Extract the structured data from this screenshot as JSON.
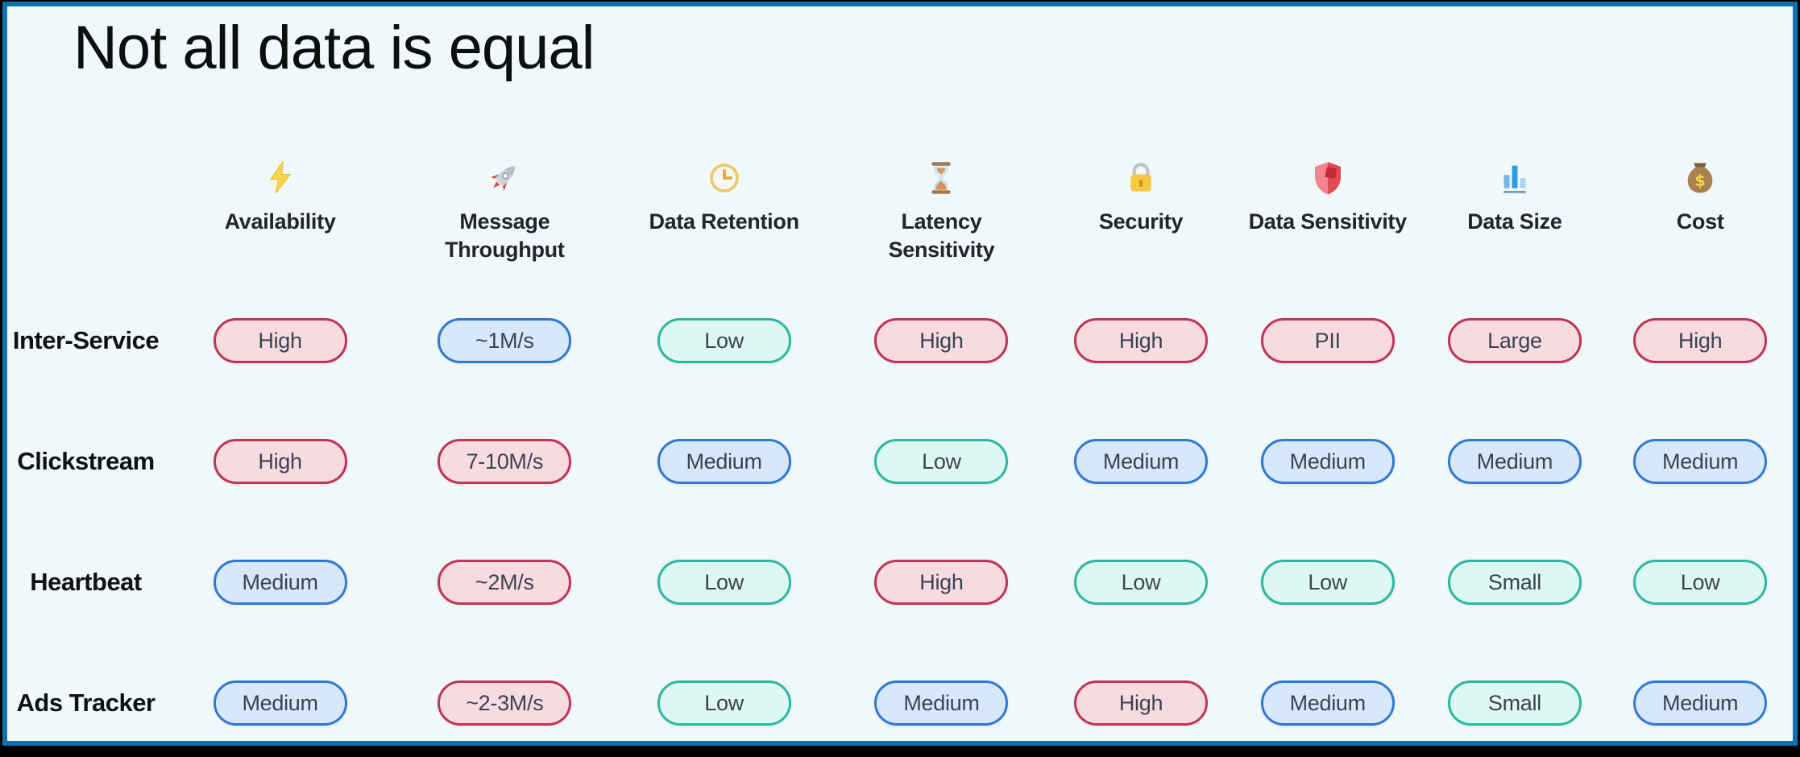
{
  "chart_data": {
    "type": "table",
    "title": "Not all data is equal",
    "columns": [
      "Availability",
      "Message Throughput",
      "Data Retention",
      "Latency Sensitivity",
      "Security",
      "Data Sensitivity",
      "Data Size",
      "Cost"
    ],
    "rows": [
      "Inter-Service",
      "Clickstream",
      "Heartbeat",
      "Ads Tracker"
    ],
    "cells": [
      [
        "High",
        "~1M/s",
        "Low",
        "High",
        "High",
        "PII",
        "Large",
        "High"
      ],
      [
        "High",
        "7-10M/s",
        "Medium",
        "Low",
        "Medium",
        "Medium",
        "Medium",
        "Medium"
      ],
      [
        "Medium",
        "~2M/s",
        "Low",
        "High",
        "Low",
        "Low",
        "Small",
        "Low"
      ],
      [
        "Medium",
        "~2-3M/s",
        "Low",
        "Medium",
        "High",
        "Medium",
        "Small",
        "Medium"
      ]
    ],
    "cell_tones": [
      [
        "red",
        "blue",
        "teal",
        "red",
        "red",
        "red",
        "red",
        "red"
      ],
      [
        "red",
        "red",
        "blue",
        "teal",
        "blue",
        "blue",
        "blue",
        "blue"
      ],
      [
        "blue",
        "red",
        "teal",
        "red",
        "teal",
        "teal",
        "teal",
        "teal"
      ],
      [
        "blue",
        "red",
        "teal",
        "blue",
        "red",
        "blue",
        "teal",
        "blue"
      ]
    ]
  },
  "icons": {
    "availability": "lightning-icon",
    "message_throughput": "rocket-icon",
    "data_retention": "clock-icon",
    "latency_sensitivity": "hourglass-icon",
    "security": "lock-icon",
    "data_sensitivity": "shield-icon",
    "data_size": "bar-chart-icon",
    "cost": "money-bag-icon"
  },
  "colors": {
    "frame_border": "#1171ae",
    "slide_background": "#f1f8f9",
    "pill_red_bg": "#f8dbe1",
    "pill_red_border": "#bf3555",
    "pill_blue_bg": "#d8e8fb",
    "pill_blue_border": "#3079d1",
    "pill_teal_bg": "#ddf8f2",
    "pill_teal_border": "#2bb7a2",
    "pill_text": "#3c4350"
  }
}
